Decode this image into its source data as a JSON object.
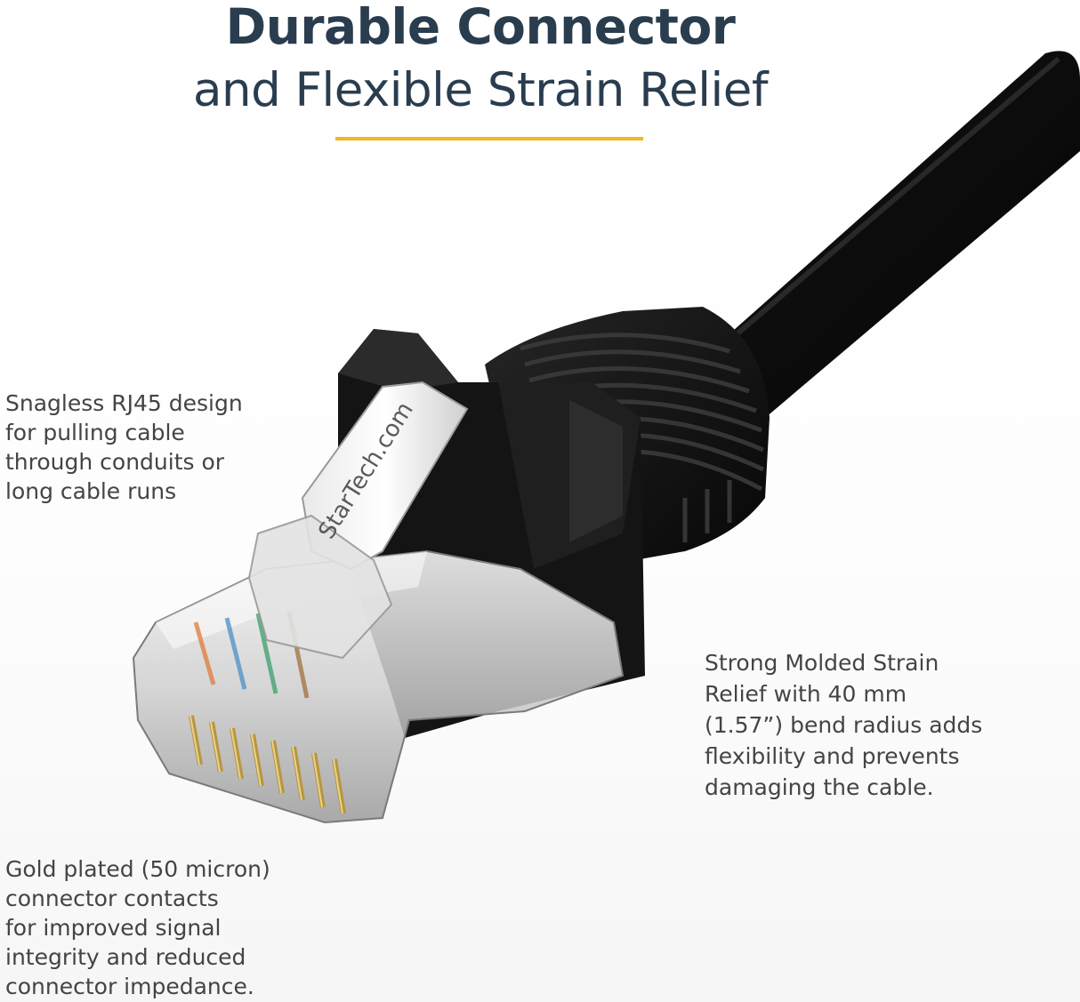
{
  "heading": {
    "line1": "Durable Connector",
    "line2": "and Flexible Strain Relief"
  },
  "colors": {
    "heading": "#2a3d4f",
    "accent_rule": "#f2b721",
    "body_text": "#444444",
    "cable": "#111111"
  },
  "callouts": {
    "rj45": {
      "lines": [
        "Snagless RJ45 design",
        "for pulling cable",
        "through conduits or",
        "long cable runs"
      ]
    },
    "strain_relief": {
      "lines": [
        "Strong Molded Strain",
        "Relief with 40 mm",
        "(1.57”) bend radius adds",
        "flexibility and prevents",
        "damaging the cable."
      ]
    },
    "gold_contacts": {
      "lines": [
        "Gold plated (50 micron)",
        "connector contacts",
        "for improved signal",
        "integrity and reduced",
        "connector impedance."
      ]
    }
  },
  "product_image": {
    "subject": "black RJ45 ethernet cable connector",
    "logo_text": "StarTech.com"
  }
}
